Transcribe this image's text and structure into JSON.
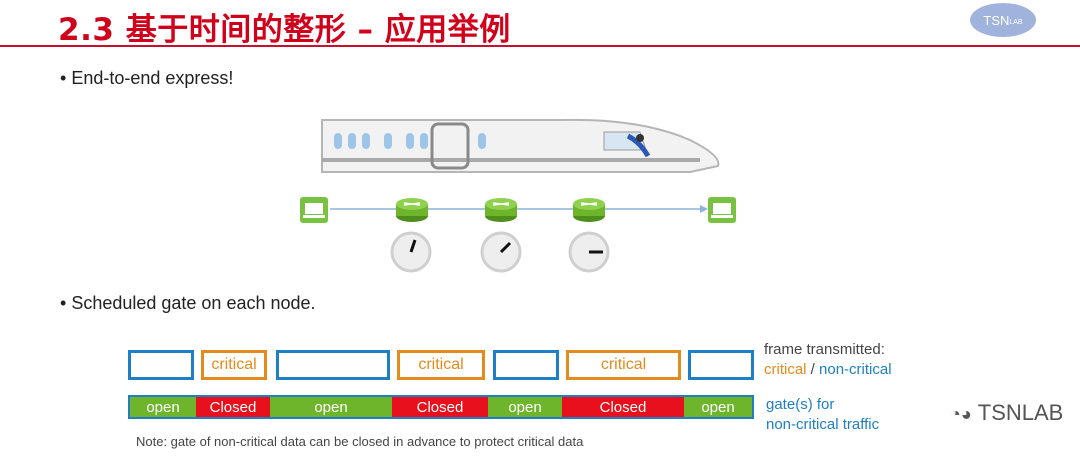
{
  "slide": {
    "title": "2.3 基于时间的整形 – 应用举例",
    "logo_text": "TSN",
    "logo_sub": "LAB",
    "bullet1": "End-to-end express!",
    "bullet2": "Scheduled gate on each node."
  },
  "frames": [
    {
      "type": "non-critical",
      "label": ""
    },
    {
      "type": "critical",
      "label": "critical"
    },
    {
      "type": "non-critical",
      "label": ""
    },
    {
      "type": "critical",
      "label": "critical"
    },
    {
      "type": "non-critical",
      "label": ""
    },
    {
      "type": "critical",
      "label": "critical"
    },
    {
      "type": "non-critical",
      "label": ""
    }
  ],
  "gates": [
    {
      "state": "open",
      "label": "open"
    },
    {
      "state": "closed",
      "label": "Closed"
    },
    {
      "state": "open",
      "label": "open"
    },
    {
      "state": "closed",
      "label": "Closed"
    },
    {
      "state": "open",
      "label": "open"
    },
    {
      "state": "closed",
      "label": "Closed"
    },
    {
      "state": "open",
      "label": "open"
    }
  ],
  "legend": {
    "frame_title": "frame transmitted:",
    "critical": "critical",
    "separator": " / ",
    "non_critical": "non-critical",
    "gate_line1": "gate(s) for",
    "gate_line2": "non-critical traffic"
  },
  "note": "Note: gate of non-critical data can be closed in advance to protect critical data",
  "watermark": "TSNLAB",
  "colors": {
    "title": "#d0021b",
    "critical": "#e38b1d",
    "non_critical": "#1e7fc4",
    "open": "#6fb52c",
    "closed": "#e8101c"
  }
}
